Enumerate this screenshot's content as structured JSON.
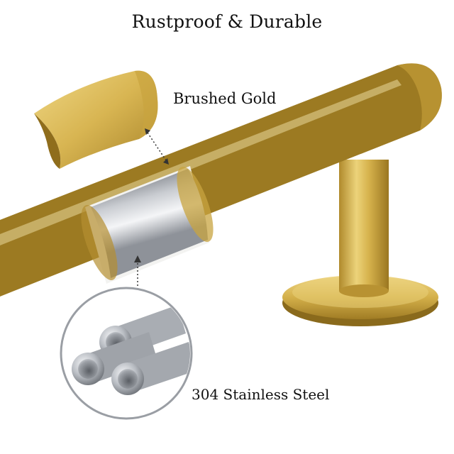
{
  "headline": "Rustproof & Durable",
  "callouts": {
    "finish": "Brushed Gold",
    "core": "304 Stainless Steel"
  },
  "colors": {
    "gold_light": "#ecd37a",
    "gold_mid": "#d2b04a",
    "gold_dark": "#9c7a22",
    "steel_light": "#f4f5f7",
    "steel_dark": "#8e9299",
    "text": "#111111"
  }
}
